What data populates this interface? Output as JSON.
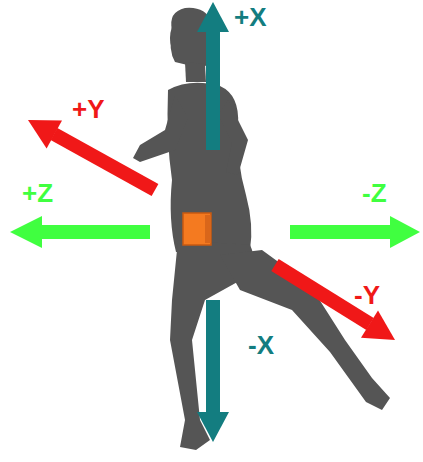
{
  "diagram": {
    "labels": [
      "+X",
      "+Y",
      "+Z",
      "-Z",
      "-Y",
      "-X"
    ]
  }
}
